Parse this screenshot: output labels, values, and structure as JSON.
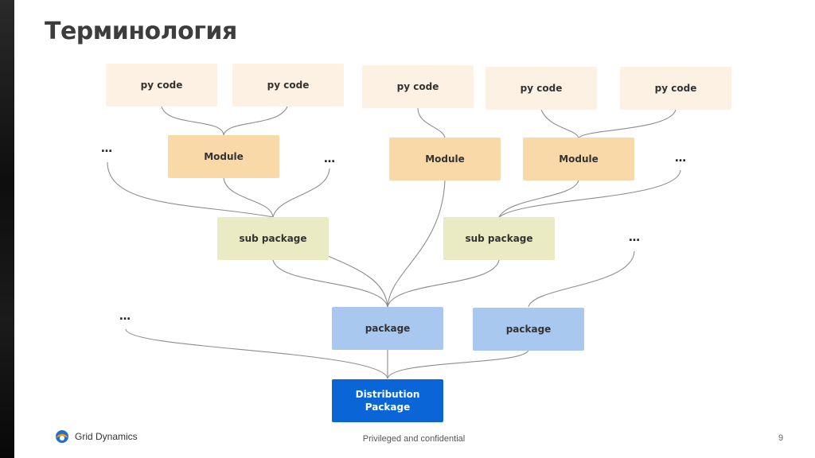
{
  "slide": {
    "title": "Терминология",
    "page_number": "9",
    "footer_text": "Privileged and confidential",
    "logo_text": "Grid Dynamics"
  },
  "nodes": {
    "py1": "py code",
    "py2": "py code",
    "py3": "py code",
    "py4": "py code",
    "py5": "py code",
    "module1": "Module",
    "module2": "Module",
    "module3": "Module",
    "subpkg1": "sub package",
    "subpkg2": "sub package",
    "pkg1": "package",
    "pkg2": "package",
    "dist_line1": "Distribution",
    "dist_line2": "Package"
  },
  "ellipsis": {
    "e1": "…",
    "e2": "…",
    "e3": "…",
    "e4": "…",
    "e5": "…"
  },
  "colors": {
    "py_code": "#fdf1e3",
    "module": "#f9d9a8",
    "sub_package": "#ebebc3",
    "package": "#a8c8f0",
    "distribution": "#0a66d6",
    "connector": "#888888"
  }
}
